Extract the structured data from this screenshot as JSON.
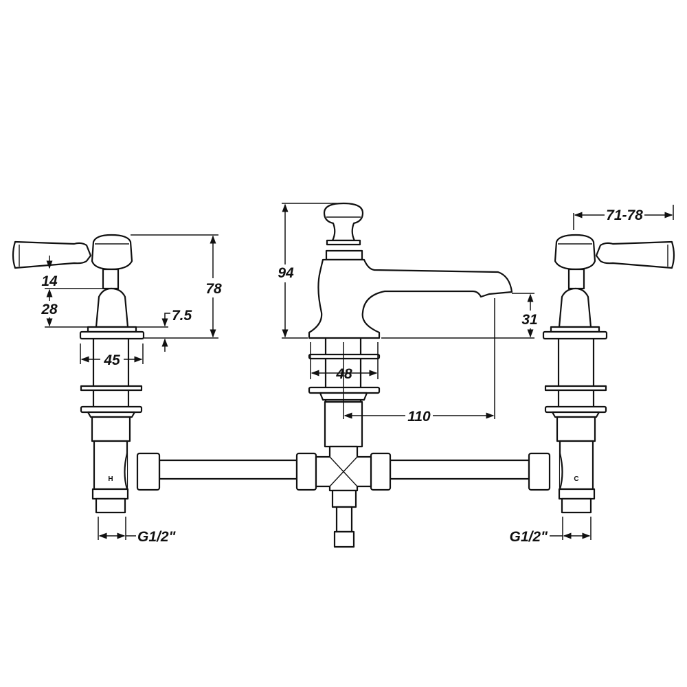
{
  "drawing": {
    "title": "Three-hole basin mixer dimension drawing",
    "dimensions": {
      "lever_offset": "14",
      "shroud_height": "28",
      "flange_height": "7.5",
      "tap_height": "78",
      "flange_diameter_tap": "45",
      "spout_height_total": "94",
      "spout_outlet_height": "31",
      "flange_diameter_spout": "48",
      "spout_reach": "110",
      "lever_length": "71-78",
      "thread_left": "G1/2\"",
      "thread_right": "G1/2\""
    },
    "markings": {
      "hot": "H",
      "cold": "C"
    },
    "line_color": "#111111"
  }
}
